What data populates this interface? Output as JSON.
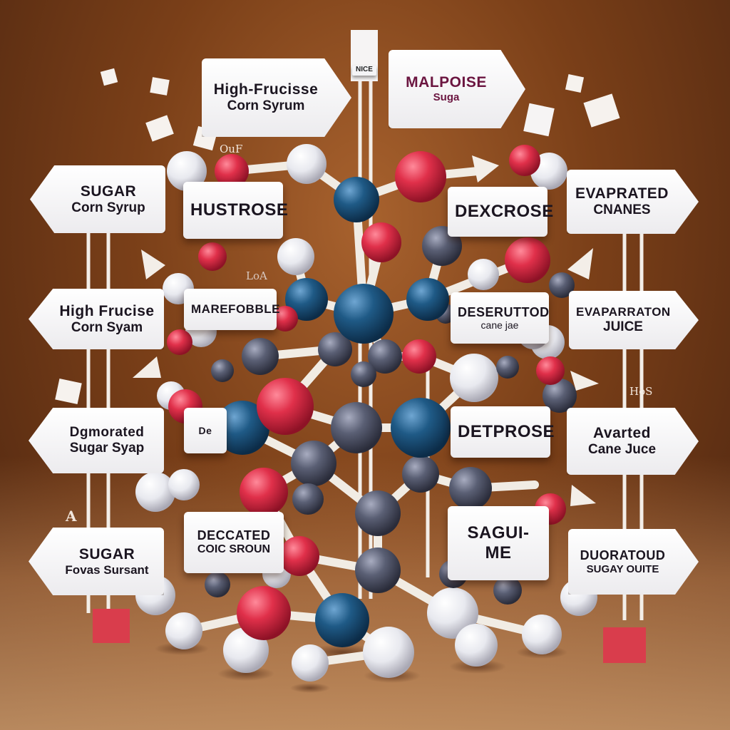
{
  "signs": {
    "top_left": {
      "line1": "High-Frucisse",
      "line2": "Corn Syrum"
    },
    "top_right": {
      "line1": "MALPOISE",
      "line2": "Suga"
    },
    "row1_left_outer": {
      "line1": "SUGAR",
      "line2": "Corn Syrup"
    },
    "row1_left_inner": {
      "line1": "HUSTROSE"
    },
    "row1_right_inner": {
      "line1": "DEXCROSE"
    },
    "row1_right_outer": {
      "line1": "EVAPRATED",
      "line2": "CNANES"
    },
    "row2_left_outer": {
      "line1": "High Frucise",
      "line2": "Corn Syam"
    },
    "row2_left_inner": {
      "line1": "MAREFOBBLE"
    },
    "row2_right_inner": {
      "line1": "DESERUTTOD",
      "line2": "cane jae"
    },
    "row2_right_outer": {
      "line1": "EVAPARRATON",
      "line2": "JUICE"
    },
    "row3_left_outer": {
      "line1": "Dgmorated",
      "line2": "Sugar Syap"
    },
    "row3_left_inner": {
      "line1": "De"
    },
    "row3_right_inner": {
      "line1": "DETPROSE"
    },
    "row3_right_outer": {
      "line1": "Avarted",
      "line2": "Cane Juce"
    },
    "row4_left_outer": {
      "line1": "SUGAR",
      "line2": "Fovas Sursant"
    },
    "row4_left_inner": {
      "line1": "DECCATED",
      "line2": "COIC SROUN"
    },
    "row4_right_inner": {
      "line1": "SAGUI-ME"
    },
    "row4_right_outer": {
      "line1": "DUORATOUD",
      "line2": "SUGAY OUITE"
    }
  },
  "small_labels": {
    "top_tag": "NICE",
    "ouf": "OuF",
    "loa": "LoA",
    "hos": "HoS",
    "a_mark": "A"
  },
  "colors": {
    "atom_red": "#d9304a",
    "atom_blue": "#1f5a86",
    "atom_gray": "#5a5f74",
    "atom_white": "#eef0f4",
    "bond": "#f1ece4",
    "sugar_cube_red": "#d93d4c"
  }
}
